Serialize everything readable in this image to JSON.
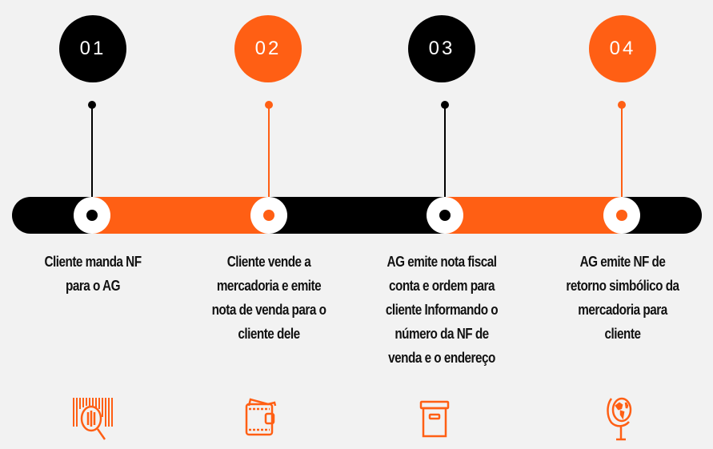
{
  "colors": {
    "accent": "#ff5f14",
    "dark": "#000000",
    "background": "#f2f2f2"
  },
  "steps": [
    {
      "number": "01",
      "color": "dark",
      "text": "Cliente manda NF para o AG",
      "icon": "barcode-search-icon"
    },
    {
      "number": "02",
      "color": "accent",
      "text": "Cliente vende a mercadoria e emite nota de venda para o cliente dele",
      "icon": "wallet-icon"
    },
    {
      "number": "03",
      "color": "dark",
      "text": "AG emite nota fiscal conta e ordem para cliente Informando o número da NF de venda e o endereço",
      "icon": "archive-box-icon"
    },
    {
      "number": "04",
      "color": "accent",
      "text": "AG emite NF de retorno simbólico da mercadoria para cliente",
      "icon": "globe-icon"
    }
  ]
}
